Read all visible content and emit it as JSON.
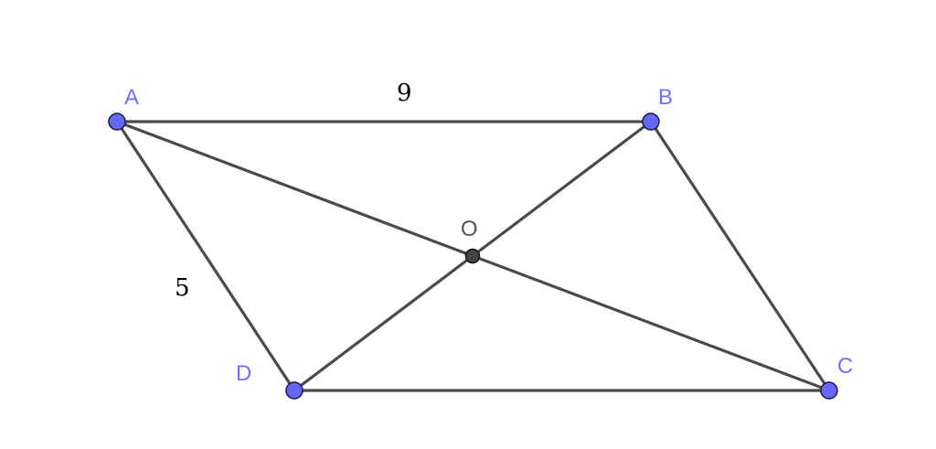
{
  "points": {
    "A": {
      "label": "A"
    },
    "B": {
      "label": "B"
    },
    "C": {
      "label": "C"
    },
    "D": {
      "label": "D"
    },
    "O": {
      "label": "O"
    }
  },
  "lengths": {
    "AB": "9",
    "AD": "5"
  },
  "colors": {
    "point_fill": "#6566f5",
    "point_label": "#7070ff",
    "center_fill": "#444444",
    "center_label": "#555555",
    "segment": "#4a4a4a"
  }
}
